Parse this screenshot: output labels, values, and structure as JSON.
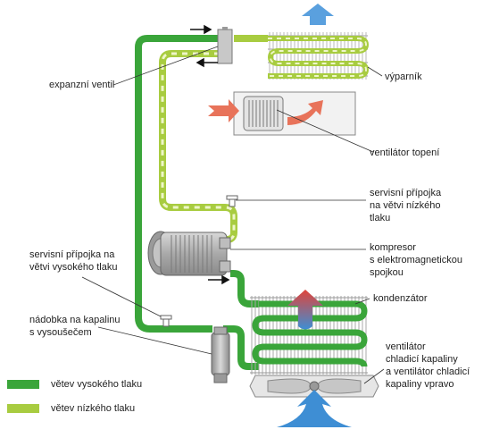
{
  "labels": {
    "expansion_valve": "expanzní ventil",
    "evaporator": "výparník",
    "heater_fan": "ventilátor topení",
    "low_pressure_port": "servisní přípojka\nna větvi nízkého\ntlaku",
    "compressor": "kompresor\ns elektromagnetickou\nspojkou",
    "high_pressure_port": "servisní přípojka na\nvětvi vysokého tlaku",
    "condenser": "kondenzátor",
    "receiver_drier": "nádobka na kapalinu\ns vysoušečem",
    "condenser_fan": "ventilátor\nchladicí kapaliny\na ventilátor chladicí\nkapaliny vpravo"
  },
  "legend": {
    "high_pressure": "větev vysokého tlaku",
    "low_pressure": "větev nízkého tlaku"
  },
  "colors": {
    "high_pressure": "#3aa53a",
    "low_pressure": "#a8cc40",
    "hot_air": "#e8735a",
    "cool_air": "#3e8ed4"
  }
}
